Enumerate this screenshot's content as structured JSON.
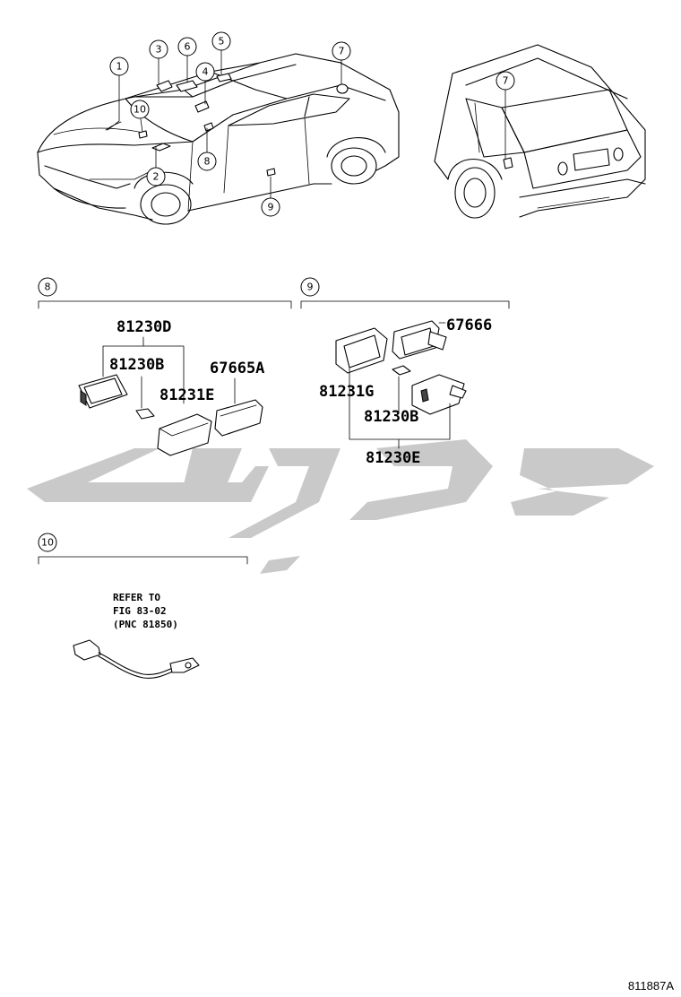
{
  "car_callouts": [
    "1",
    "2",
    "3",
    "4",
    "5",
    "6",
    "7",
    "8",
    "9",
    "10"
  ],
  "wagon_callout": "7",
  "section_8": {
    "callout": "8",
    "labels": {
      "assembly": "81230D",
      "bulb_socket": "81230B",
      "lens": "81231E",
      "housing": "67665A"
    }
  },
  "section_9": {
    "callout": "9",
    "labels": {
      "cover": "67666",
      "lens": "81231G",
      "socket": "81230B",
      "assembly": "81230E"
    }
  },
  "section_10": {
    "callout": "10",
    "refer_lines": [
      "REFER TO",
      "FIG 83-02",
      "(PNC 81850)"
    ]
  },
  "figure_code": "811887A",
  "colors": {
    "watermark": "#c9c9c9",
    "line": "#000000"
  }
}
